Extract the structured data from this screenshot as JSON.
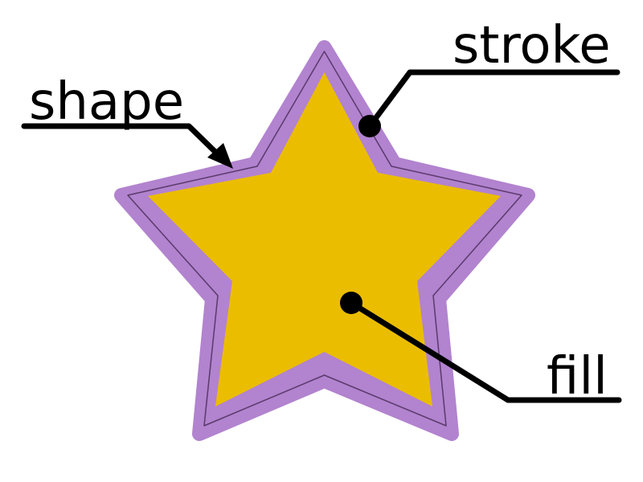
{
  "labels": {
    "shape": "shape",
    "stroke": "stroke",
    "fill": "fill"
  },
  "colors": {
    "background": "#ffffff",
    "stroke": "#b283cf",
    "fill": "#ebbd00",
    "outline": "#000000",
    "annotation": "#000000"
  }
}
